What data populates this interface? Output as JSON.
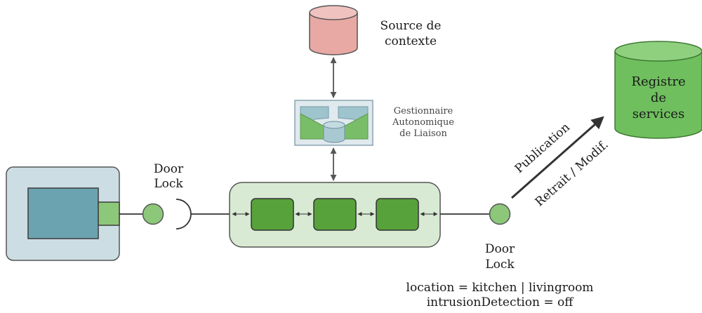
{
  "source": {
    "line1": "Source de",
    "line2": "contexte"
  },
  "manager": {
    "line1": "Gestionnaire",
    "line2": "Autonomique",
    "line3": "de Liaison"
  },
  "registry": {
    "line1": "Registre",
    "line2": "de",
    "line3": "services"
  },
  "left_port": {
    "line1": "Door",
    "line2": "Lock"
  },
  "right_port": {
    "line1": "Door",
    "line2": "Lock"
  },
  "arrow_labels": {
    "publication": "Publication",
    "withdraw": "Retrait / Modif."
  },
  "properties": {
    "line1": "location = kitchen | livingroom",
    "line2": "intrusionDetection = off"
  },
  "colors": {
    "source_fill": "#e8a8a4",
    "registry_fill": "#6fbf5e",
    "component_fill": "#58a23c",
    "container_fill": "#d8ead3",
    "device_fill": "#cddde4",
    "device_screen": "#6ba3b0",
    "port_fill": "#8cc77a"
  }
}
